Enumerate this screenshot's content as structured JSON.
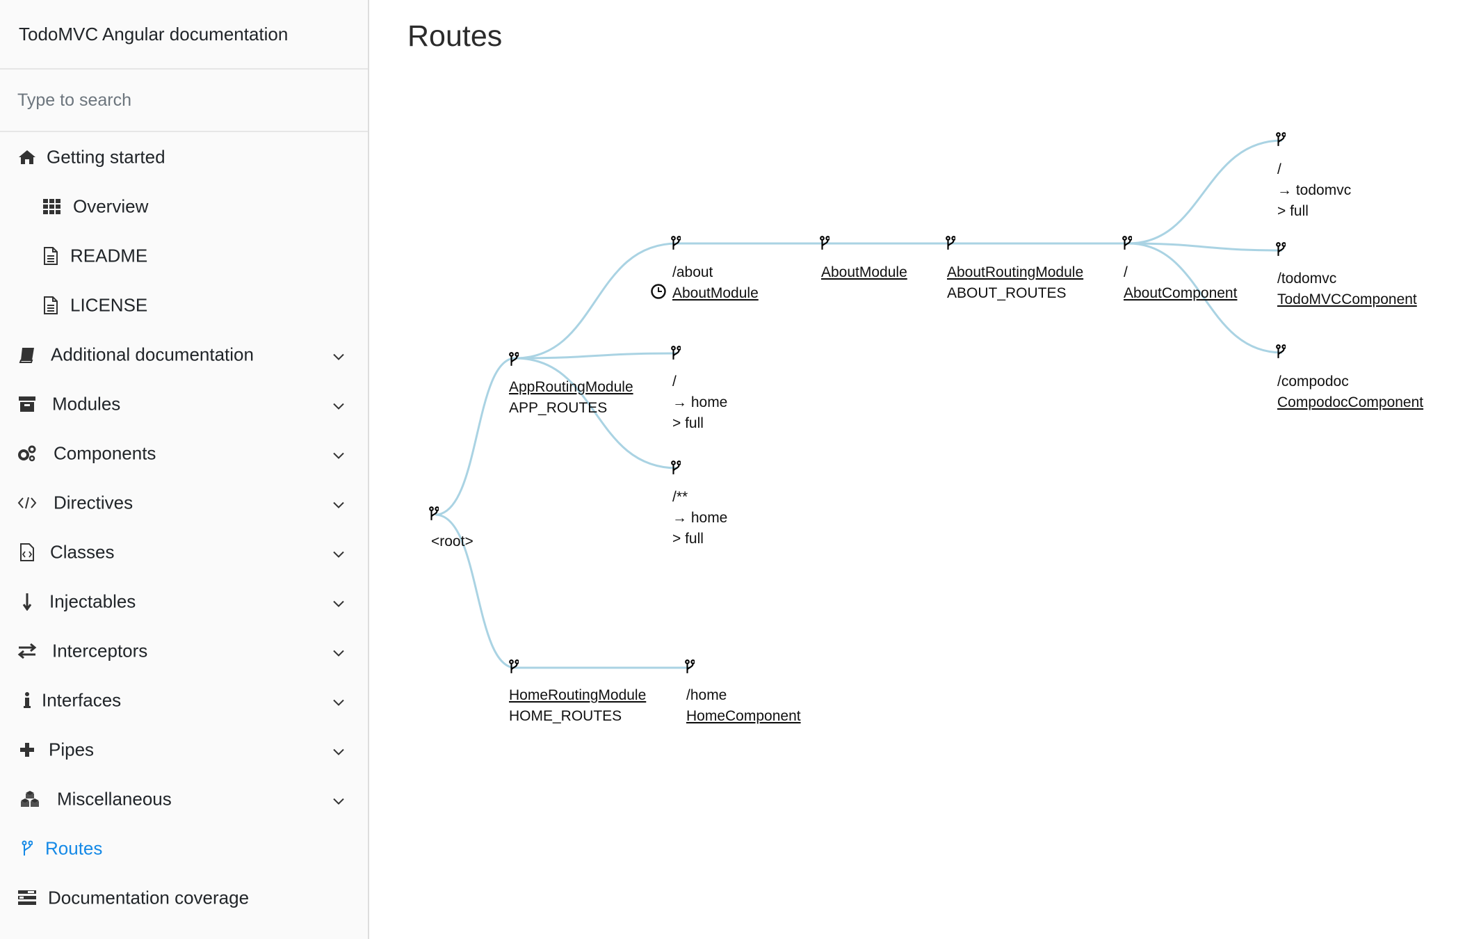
{
  "sidebar": {
    "brand": "TodoMVC Angular documentation",
    "search_placeholder": "Type to search",
    "items": [
      {
        "label": "Getting started",
        "icon": "home-icon"
      },
      {
        "label": "Overview",
        "icon": "grid-icon"
      },
      {
        "label": "README",
        "icon": "file-icon"
      },
      {
        "label": "LICENSE",
        "icon": "file-icon"
      },
      {
        "label": "Additional documentation",
        "icon": "book-icon"
      },
      {
        "label": "Modules",
        "icon": "archive-icon"
      },
      {
        "label": "Components",
        "icon": "cogs-icon"
      },
      {
        "label": "Directives",
        "icon": "code-icon"
      },
      {
        "label": "Classes",
        "icon": "file-code-icon"
      },
      {
        "label": "Injectables",
        "icon": "arrow-down-icon"
      },
      {
        "label": "Interceptors",
        "icon": "exchange-icon"
      },
      {
        "label": "Interfaces",
        "icon": "info-icon"
      },
      {
        "label": "Pipes",
        "icon": "plus-icon"
      },
      {
        "label": "Miscellaneous",
        "icon": "cubes-icon"
      },
      {
        "label": "Routes",
        "icon": "code-fork-icon"
      },
      {
        "label": "Documentation coverage",
        "icon": "tasks-icon"
      }
    ],
    "active_color": "#1589e6"
  },
  "main": {
    "title": "Routes",
    "edge_color": "#aad3e3",
    "tree": {
      "root": {
        "lines": [
          "<root>"
        ]
      },
      "app_routing": {
        "lines": [
          "AppRoutingModule",
          "APP_ROUTES"
        ]
      },
      "about_path": {
        "lines": [
          "/about",
          "AboutModule"
        ]
      },
      "about_module": {
        "lines": [
          "AboutModule"
        ]
      },
      "about_routing": {
        "lines": [
          "AboutRoutingModule",
          "ABOUT_ROUTES"
        ]
      },
      "about_slash": {
        "lines": [
          "/",
          "AboutComponent"
        ]
      },
      "redirect_todomvc": {
        "lines": [
          "/",
          "→ todomvc",
          "> full"
        ]
      },
      "todomvc": {
        "lines": [
          "/todomvc",
          "TodoMVCComponent"
        ]
      },
      "compodoc": {
        "lines": [
          "/compodoc",
          "CompodocComponent"
        ]
      },
      "redirect_home": {
        "lines": [
          "/",
          "→ home",
          "> full"
        ]
      },
      "wildcard": {
        "lines": [
          "/**",
          "→ home",
          "> full"
        ]
      },
      "home_routing": {
        "lines": [
          "HomeRoutingModule",
          "HOME_ROUTES"
        ]
      },
      "home": {
        "lines": [
          "/home",
          "HomeComponent"
        ]
      }
    }
  }
}
